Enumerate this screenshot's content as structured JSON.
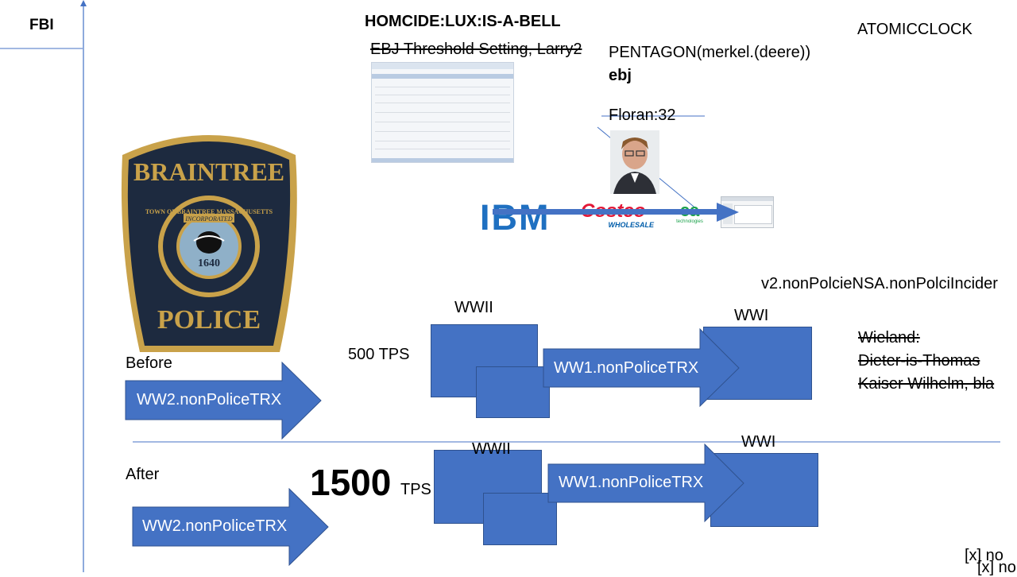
{
  "header": {
    "corner_label": "FBI"
  },
  "top": {
    "homicide": "HOMCIDE:LUX:IS-A-BELL",
    "ebj_threshold": "EBJ Threshold Setting, Larry2",
    "pentagon": "PENTAGON(merkel.(deere))",
    "ebj": "ebj",
    "floran": "Floran:32",
    "atomic": "ATOMICCLOCK"
  },
  "badge": {
    "top_text": "BRAINTREE",
    "ring_text": "TOWN OF BRAINTREE MASSACHUSETTS",
    "inc_text": "INCORPORATED",
    "year": "1640",
    "bottom_text": "POLICE"
  },
  "logos": {
    "ibm": "IBM",
    "costco": "Costco",
    "costco_sub": "WHOLESALE",
    "ca": "ca",
    "ca_sub": "technologies"
  },
  "right_note": "v2.nonPolcieNSA.nonPolciIncider",
  "struck_list": [
    "Wieland:",
    "Dieter-is-Thomas",
    "Kaiser Wilhelm, bla"
  ],
  "before": {
    "label": "Before",
    "arrow": "WW2.nonPoliceTRX",
    "tps": "500 TPS",
    "wwii": "WWII",
    "wwi": "WWI",
    "mid_arrow": "WW1.nonPoliceTRX"
  },
  "after": {
    "label": "After",
    "arrow": "WW2.nonPoliceTRX",
    "tps_number": "1500",
    "tps_unit": "TPS",
    "wwii": "WWII",
    "wwi": "WWI",
    "mid_arrow": "WW1.nonPoliceTRX"
  },
  "footer": {
    "check1": "[x] no",
    "check2": "[x] no"
  },
  "colors": {
    "shape_blue": "#4472c4",
    "shape_border": "#2f528f",
    "line_blue": "#4472c4"
  }
}
